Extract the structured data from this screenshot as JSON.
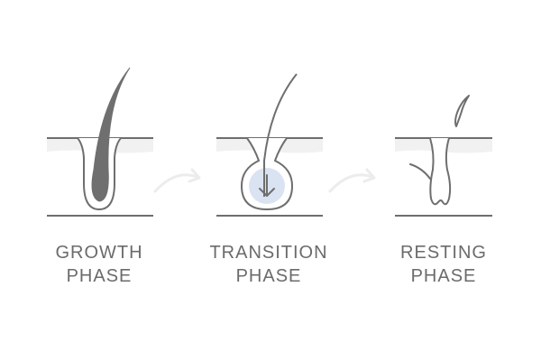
{
  "stages": [
    {
      "line1": "GROWTH",
      "line2": "PHASE"
    },
    {
      "line1": "TRANSITION",
      "line2": "PHASE"
    },
    {
      "line1": "RESTING",
      "line2": "PHASE"
    }
  ],
  "colors": {
    "outline": "#6e6e6e",
    "hair_fill": "#6f6f6f",
    "skin_band": "#f1f1f1",
    "arrow_light": "#ececec",
    "bulb_highlight": "#d9e3f2",
    "label": "#6b6b6b"
  },
  "icons": [
    "curved-arrow-icon",
    "down-arrow-icon"
  ]
}
